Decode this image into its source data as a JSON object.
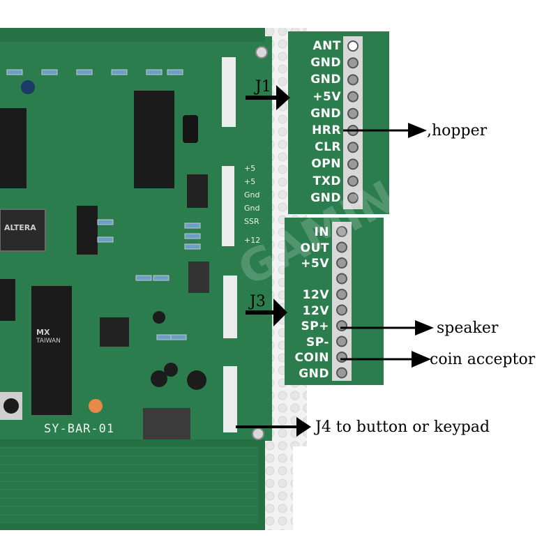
{
  "colors": {
    "pcb_green": "#2c7d4e",
    "pcb_green_dark": "#1f6a3d",
    "pcb_green_light": "#3e9a63",
    "chip_black": "#1b1b1b",
    "label_white": "#ffffff",
    "arrow_black": "#000000"
  },
  "board": {
    "model_label": "SY-BAR-01",
    "j1_header_labels": [
      "+5",
      "+5",
      "Gnd",
      "Gnd",
      "SSR",
      "+12"
    ],
    "chip_labels": [
      "ALTERA",
      "MX",
      "TAIWAN"
    ]
  },
  "watermark": {
    "text": "GAMING"
  },
  "connectors": {
    "j1": {
      "name": "J1",
      "pins": [
        "ANT",
        "GND",
        "GND",
        "+5V",
        "GND",
        "HRR",
        "CLR",
        "OPN",
        "TXD",
        "GND"
      ]
    },
    "j3": {
      "name": "J3",
      "pins": [
        "IN",
        "OUT",
        "+5V",
        "",
        "12V",
        "12V",
        "SP+",
        "SP-",
        "COIN",
        "GND"
      ]
    },
    "j4": {
      "name": "J4 to button or keypad"
    }
  },
  "callouts": {
    "hopper": ",hopper",
    "speaker": "speaker",
    "coin": "coin acceptor"
  }
}
